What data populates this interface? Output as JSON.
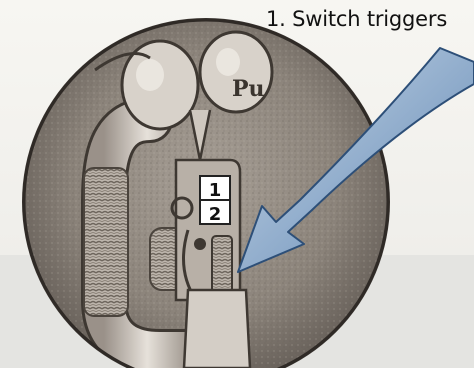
{
  "caption": "1. Switch triggers",
  "switch_labels": {
    "top": "1",
    "bottom": "2"
  },
  "band_labels": {
    "left": "",
    "right": "Pu"
  }
}
